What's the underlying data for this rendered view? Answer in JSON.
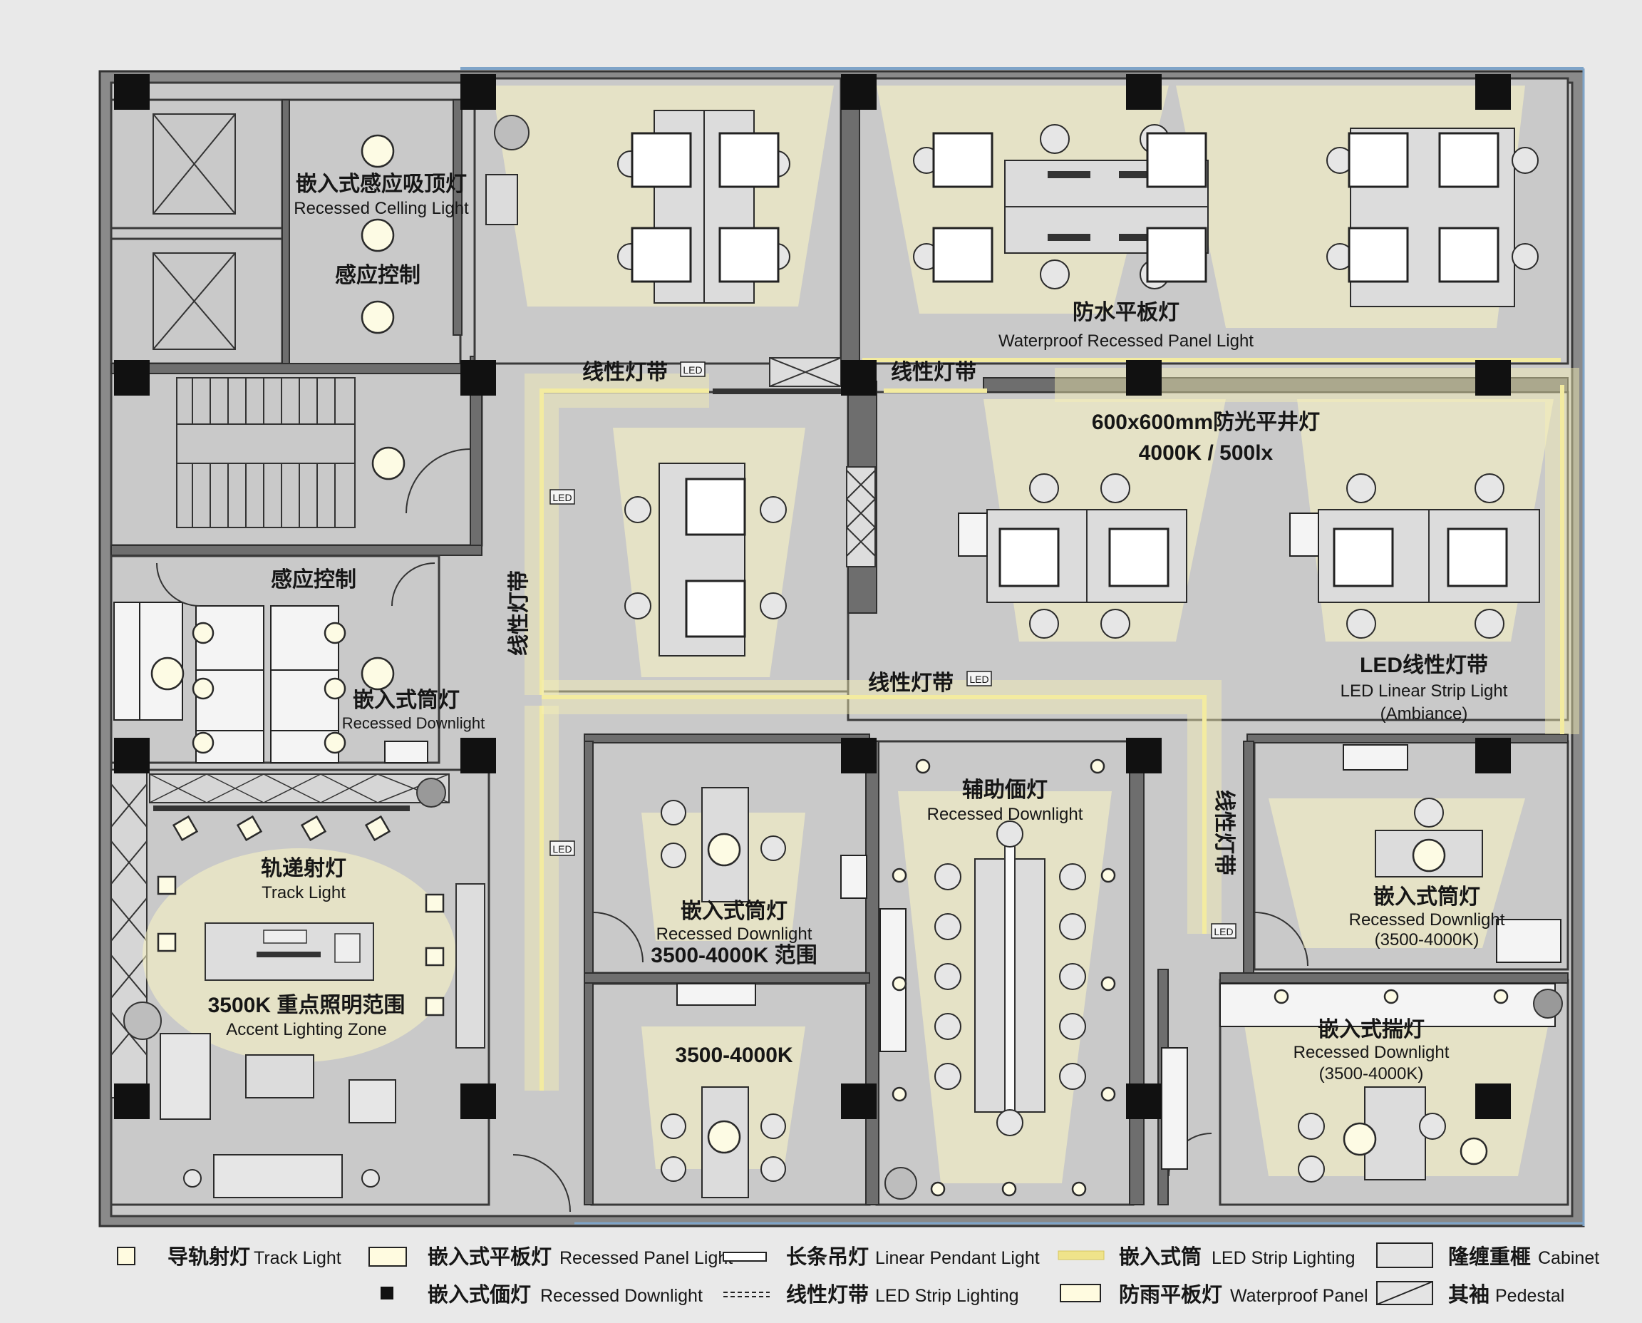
{
  "labels": {
    "sensor_ceiling_cn": "嵌入式感应吸顶灯",
    "sensor_ceiling_en": "Recessed Celling Light",
    "sensor_control_top": "感应控制",
    "sensor_control_wc": "感应控制",
    "wc_downlight_cn": "嵌入式筒灯",
    "wc_downlight_en": "Recessed Downlight",
    "linear_strip_1": "线性灯带",
    "linear_strip_2": "线性灯带",
    "linear_strip_vertical_left": "线性灯带",
    "linear_strip_center": "线性灯带",
    "linear_strip_vertical_right": "线性灯带",
    "waterproof_cn": "防水平板灯",
    "waterproof_en": "Waterproof Recessed Panel Light",
    "panel_600_cn": "600x600mm防光平井灯",
    "panel_600_spec": "4000K / 500lx",
    "led_linear_cn": "LED线性灯带",
    "led_linear_en": "LED Linear Strip Light",
    "led_linear_note": "(Ambiance)",
    "track_cn": "轨递射灯",
    "track_en": "Track Light",
    "accent_cn": "3500K 重点照明范围",
    "accent_en": "Accent Lighting Zone",
    "office_downlight_cn": "嵌入式筒灯",
    "office_downlight_en": "Recessed Downlight",
    "office_downlight_range": "3500-4000K 范围",
    "office2_cct": "3500-4000K",
    "meeting_cn": "辅助偭灯",
    "meeting_en": "Recessed Downlight",
    "mgr_cn": "嵌入式筒灯",
    "mgr_en": "Recessed Downlight",
    "mgr_cct": "(3500-4000K)",
    "mgr2_cn": "嵌入式揣灯",
    "mgr2_en": "Recessed Downlight",
    "mgr2_cct": "(3500-4000K)",
    "led_tag": "LED"
  },
  "legend": [
    {
      "cn": "导轨射灯",
      "en": "Track Light",
      "symbol": "small-square-icon"
    },
    {
      "cn": "嵌入式平板灯",
      "en": "Recessed Panel Light",
      "symbol": "panel-rect-icon"
    },
    {
      "cn": "长条吊灯",
      "en": "Linear Pendant Light",
      "symbol": "pendant-bar-icon"
    },
    {
      "cn": "嵌入式筒",
      "en": "LED Strip Lighting",
      "symbol": "yellow-strip-icon"
    },
    {
      "cn": "隆缠重榧",
      "en": "Cabinet",
      "symbol": "cabinet-rect-icon"
    },
    {
      "cn": "嵌入式偭灯",
      "en": "Recessed Downlight",
      "symbol": "black-square-icon"
    },
    {
      "cn": "线性灯带",
      "en": "LED Strip Lighting",
      "symbol": "dashed-line-icon"
    },
    {
      "cn": "防雨平板灯",
      "en": "Waterproof Panel",
      "symbol": "waterproof-rect-icon"
    },
    {
      "cn": "其袖",
      "en": "Pedestal",
      "symbol": "pedestal-diagonal-icon"
    }
  ],
  "colors": {
    "background": "#e9e9e9",
    "floor": "#c9c9c9",
    "light_glow": "#fbf6c3",
    "strip": "#f3eba0",
    "column": "#111111"
  }
}
